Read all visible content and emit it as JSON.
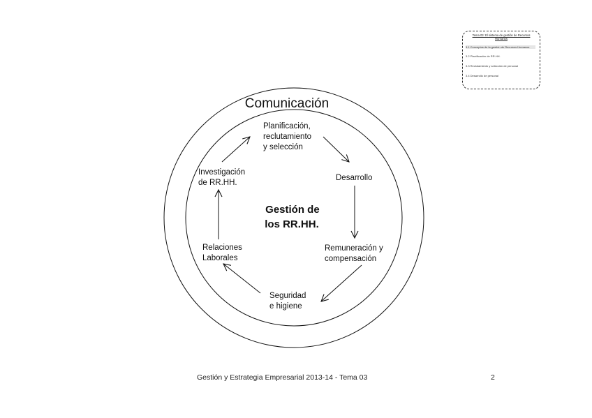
{
  "diagram": {
    "outer_label": "Comunicación",
    "center_label_line1": "Gestión de",
    "center_label_line2": "los RR.HH.",
    "nodes": {
      "planificacion": [
        "Planificación,",
        "reclutamiento",
        "y selección"
      ],
      "desarrollo": [
        "Desarrollo"
      ],
      "remuneracion": [
        "Remuneración y",
        "compensación"
      ],
      "seguridad": [
        "Seguridad",
        "e higiene"
      ],
      "relaciones": [
        "Relaciones",
        "Laborales"
      ],
      "investigacion": [
        "Investigación",
        "de RR.HH."
      ]
    }
  },
  "toc": {
    "title": "Tema 03: El sistema de gestión de Recursos Humanos",
    "items": [
      "3.1 Conceptos de la gestión de Recursos Humanos",
      "3.2 Planificación de RR.HH.",
      "3.3 Reclutamiento y selección de personal",
      "3.4 Desarrollo de personal"
    ]
  },
  "footer": {
    "text": "Gestión y Estrategia Empresarial 2013-14  -  Tema 03",
    "page_number": "2"
  }
}
